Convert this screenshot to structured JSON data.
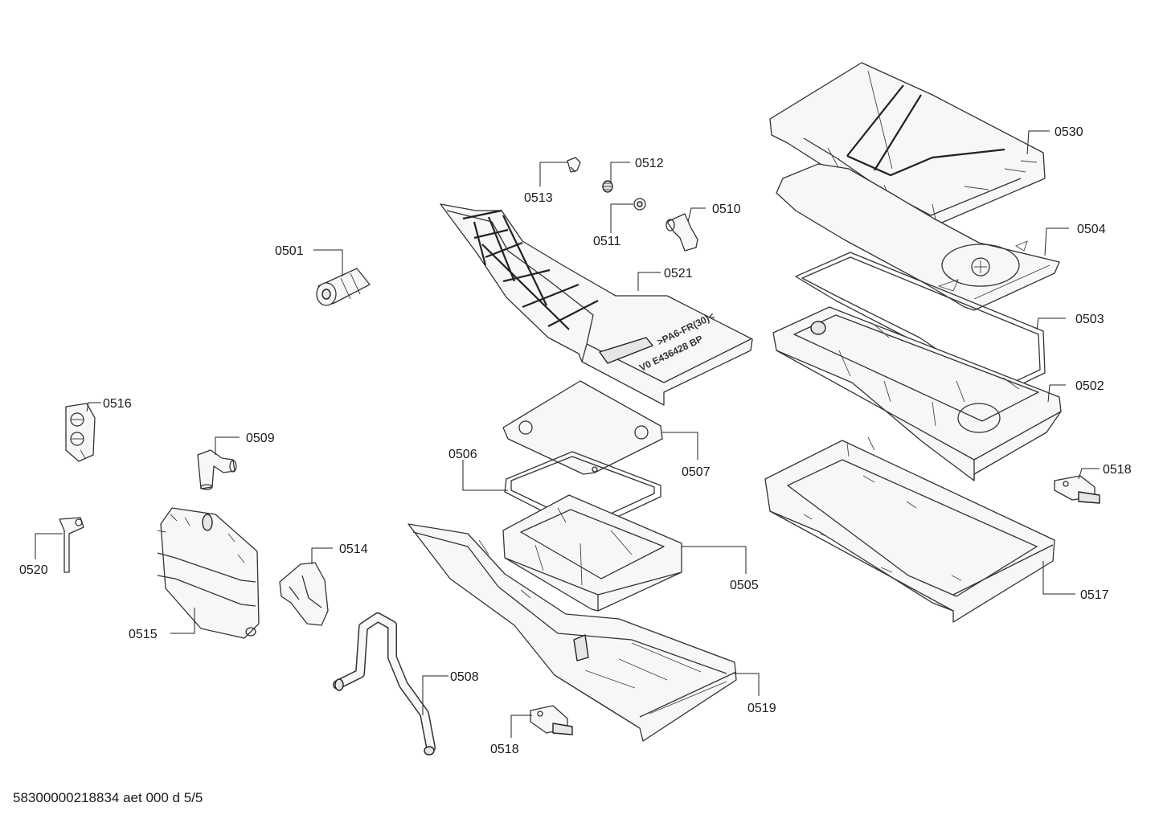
{
  "parts": [
    {
      "id": "p0501",
      "label": "0501"
    },
    {
      "id": "p0502",
      "label": "0502"
    },
    {
      "id": "p0503",
      "label": "0503"
    },
    {
      "id": "p0504",
      "label": "0504"
    },
    {
      "id": "p0505",
      "label": "0505"
    },
    {
      "id": "p0506",
      "label": "0506"
    },
    {
      "id": "p0507",
      "label": "0507"
    },
    {
      "id": "p0508",
      "label": "0508"
    },
    {
      "id": "p0509",
      "label": "0509"
    },
    {
      "id": "p0510",
      "label": "0510"
    },
    {
      "id": "p0511",
      "label": "0511"
    },
    {
      "id": "p0512",
      "label": "0512"
    },
    {
      "id": "p0513",
      "label": "0513"
    },
    {
      "id": "p0514",
      "label": "0514"
    },
    {
      "id": "p0515",
      "label": "0515"
    },
    {
      "id": "p0516",
      "label": "0516"
    },
    {
      "id": "p0517",
      "label": "0517"
    },
    {
      "id": "p0518a",
      "label": "0518"
    },
    {
      "id": "p0518b",
      "label": "0518"
    },
    {
      "id": "p0519",
      "label": "0519"
    },
    {
      "id": "p0520",
      "label": "0520"
    },
    {
      "id": "p0521",
      "label": "0521"
    },
    {
      "id": "p0530",
      "label": "0530"
    }
  ],
  "molded_text": {
    "line1": ">PA6-FR(30)<",
    "line2": "V0 E436428 BP"
  },
  "footer": {
    "doc_ref": "58300000218834 aet 000 d 5/5"
  }
}
